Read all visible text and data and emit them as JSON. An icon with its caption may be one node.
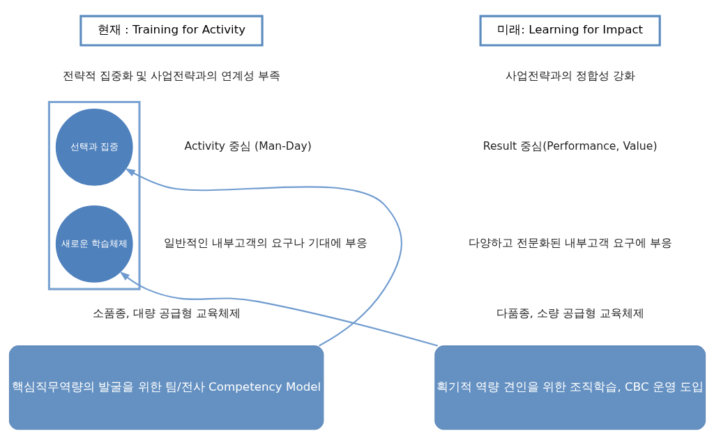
{
  "diagram": {
    "nodes": [
      {
        "text": [
          "현재 : Training for Activity"
        ]
      },
      {
        "text": [
          "미래: Learning for Impact"
        ]
      },
      {
        "text": [],
        "shape": "arrow"
      },
      {
        "text": [
          "선택과 집중"
        ],
        "in": 2
      },
      {
        "text": [
          "새로운 학습체제"
        ],
        "in": 2
      },
      {
        "text": [
          "핵심직무역량의 발굴을 위한 팀/전사 Competency Model"
        ]
      },
      {
        "text": [
          "획기적 역량 견인을 위한 조직학습, CBC 운영 도입"
        ]
      }
    ],
    "edges": [
      {
        "from": 5,
        "to": 3,
        "arrow": "to"
      },
      {
        "from": 6,
        "to": 4,
        "arrow": "to"
      }
    ],
    "labels": [
      "전략적 집중화 및 사업전략과의 연계성 부족",
      "Activity 중심 (Man-Day)",
      "일반적인 내부고객의 요구나 기대에 부응",
      "소품종, 대량 공급형 교육체제",
      "사업전략과의 정합성 강화",
      "Result 중심(Performance, Value)",
      "다양하고 전문화된 내부고객 요구에 부응",
      "다품종, 소량 공급형 교육체제"
    ]
  }
}
